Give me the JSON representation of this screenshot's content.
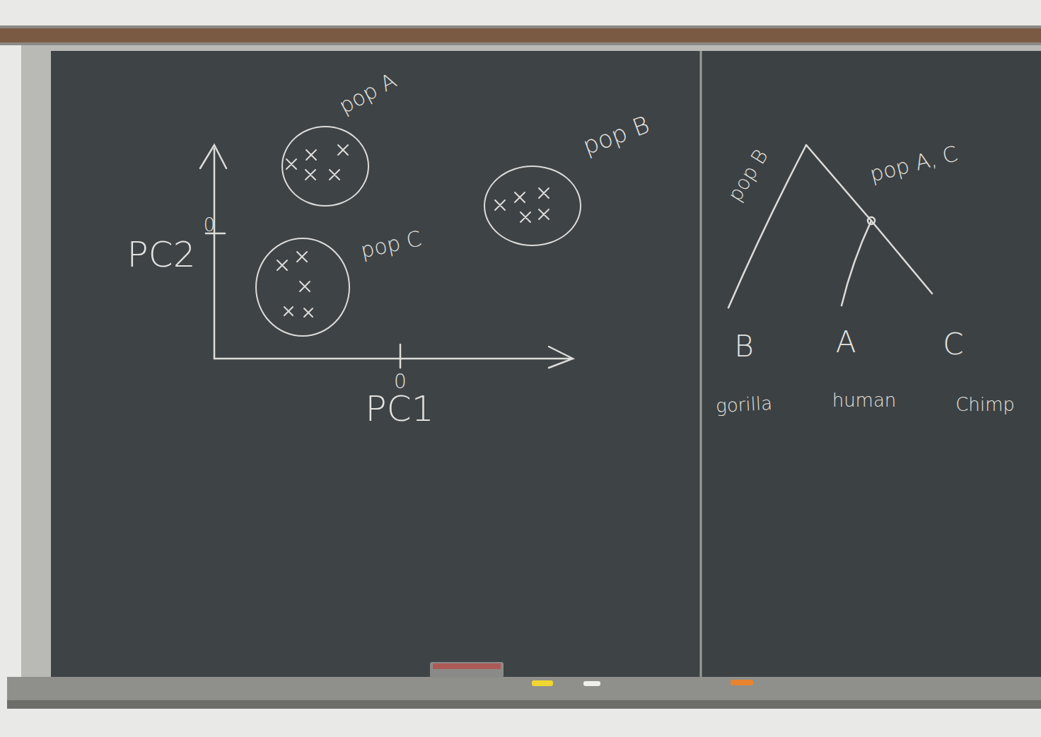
{
  "diagram": {
    "nodes": [
      {
        "text": [
          "pop A"
        ]
      },
      {
        "text": [
          "pop B"
        ]
      },
      {
        "text": [
          "pop C"
        ]
      }
    ],
    "labels": [
      "PC2",
      "0",
      "PC1",
      "0",
      "pop B",
      "pop A, C",
      "B",
      "A",
      "C",
      "gorilla",
      "human",
      "Chimp"
    ]
  }
}
